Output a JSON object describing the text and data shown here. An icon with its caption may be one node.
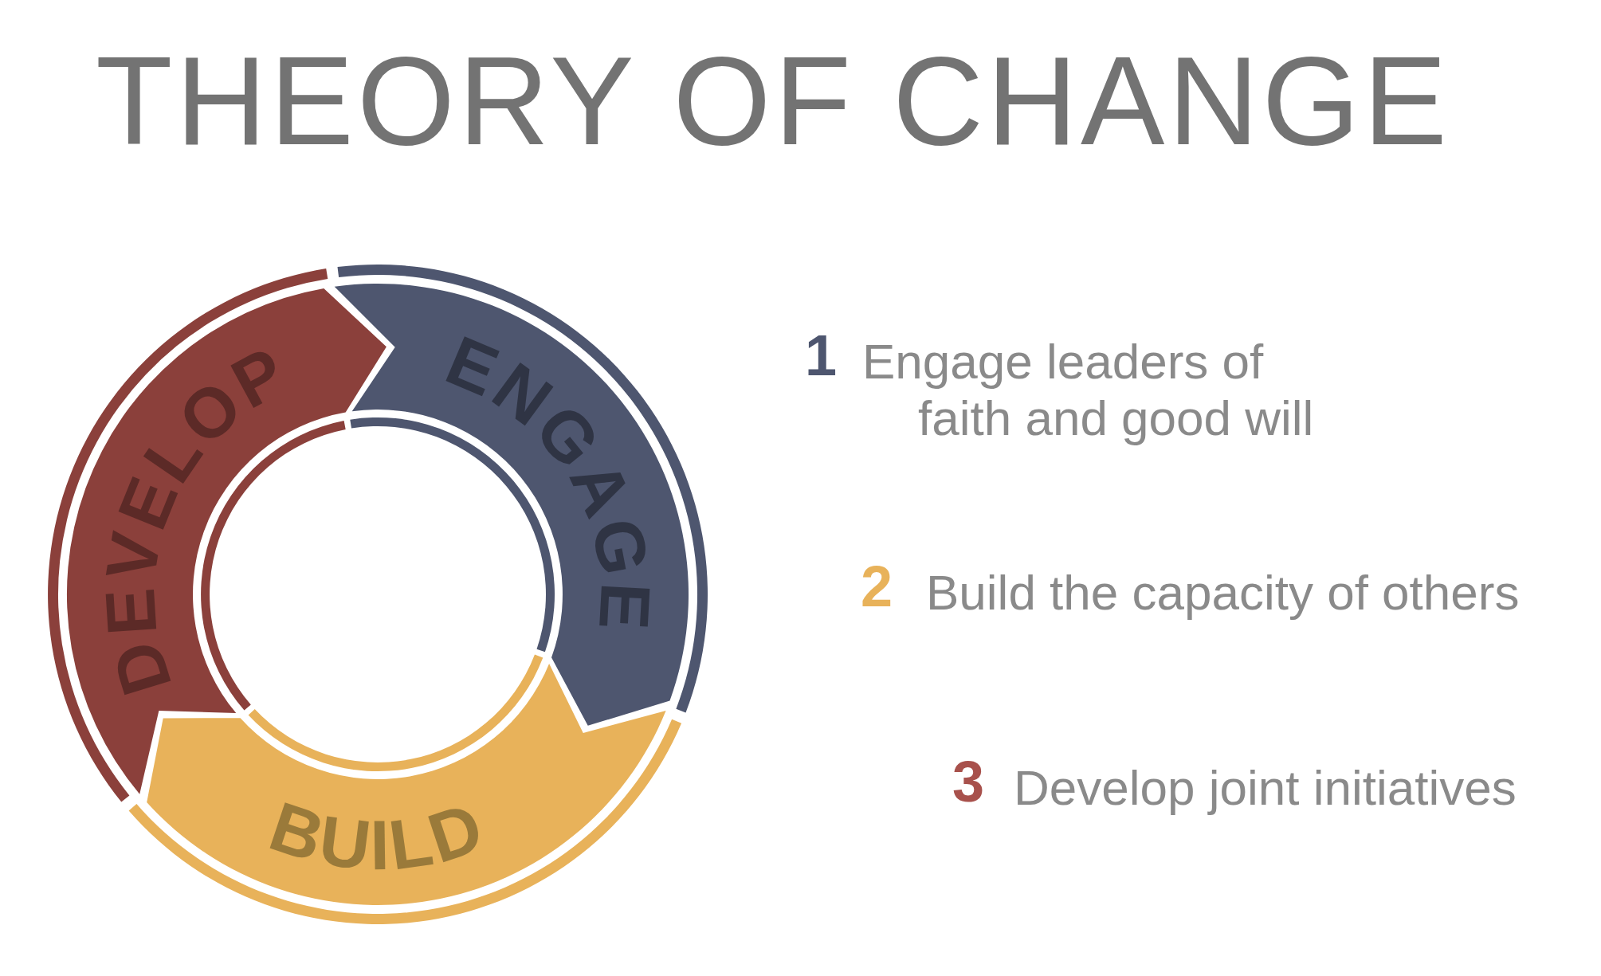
{
  "diagram": {
    "title": "THEORY OF CHANGE",
    "nodes": [
      {
        "text": [
          "ENGAGE"
        ]
      },
      {
        "text": [
          "BUILD"
        ]
      },
      {
        "text": [
          "DEVELOP"
        ]
      }
    ],
    "labels": [
      "1",
      "Engage leaders of faith and good will",
      "2",
      "Build the capacity of others",
      "3",
      "Develop joint initiatives"
    ]
  }
}
